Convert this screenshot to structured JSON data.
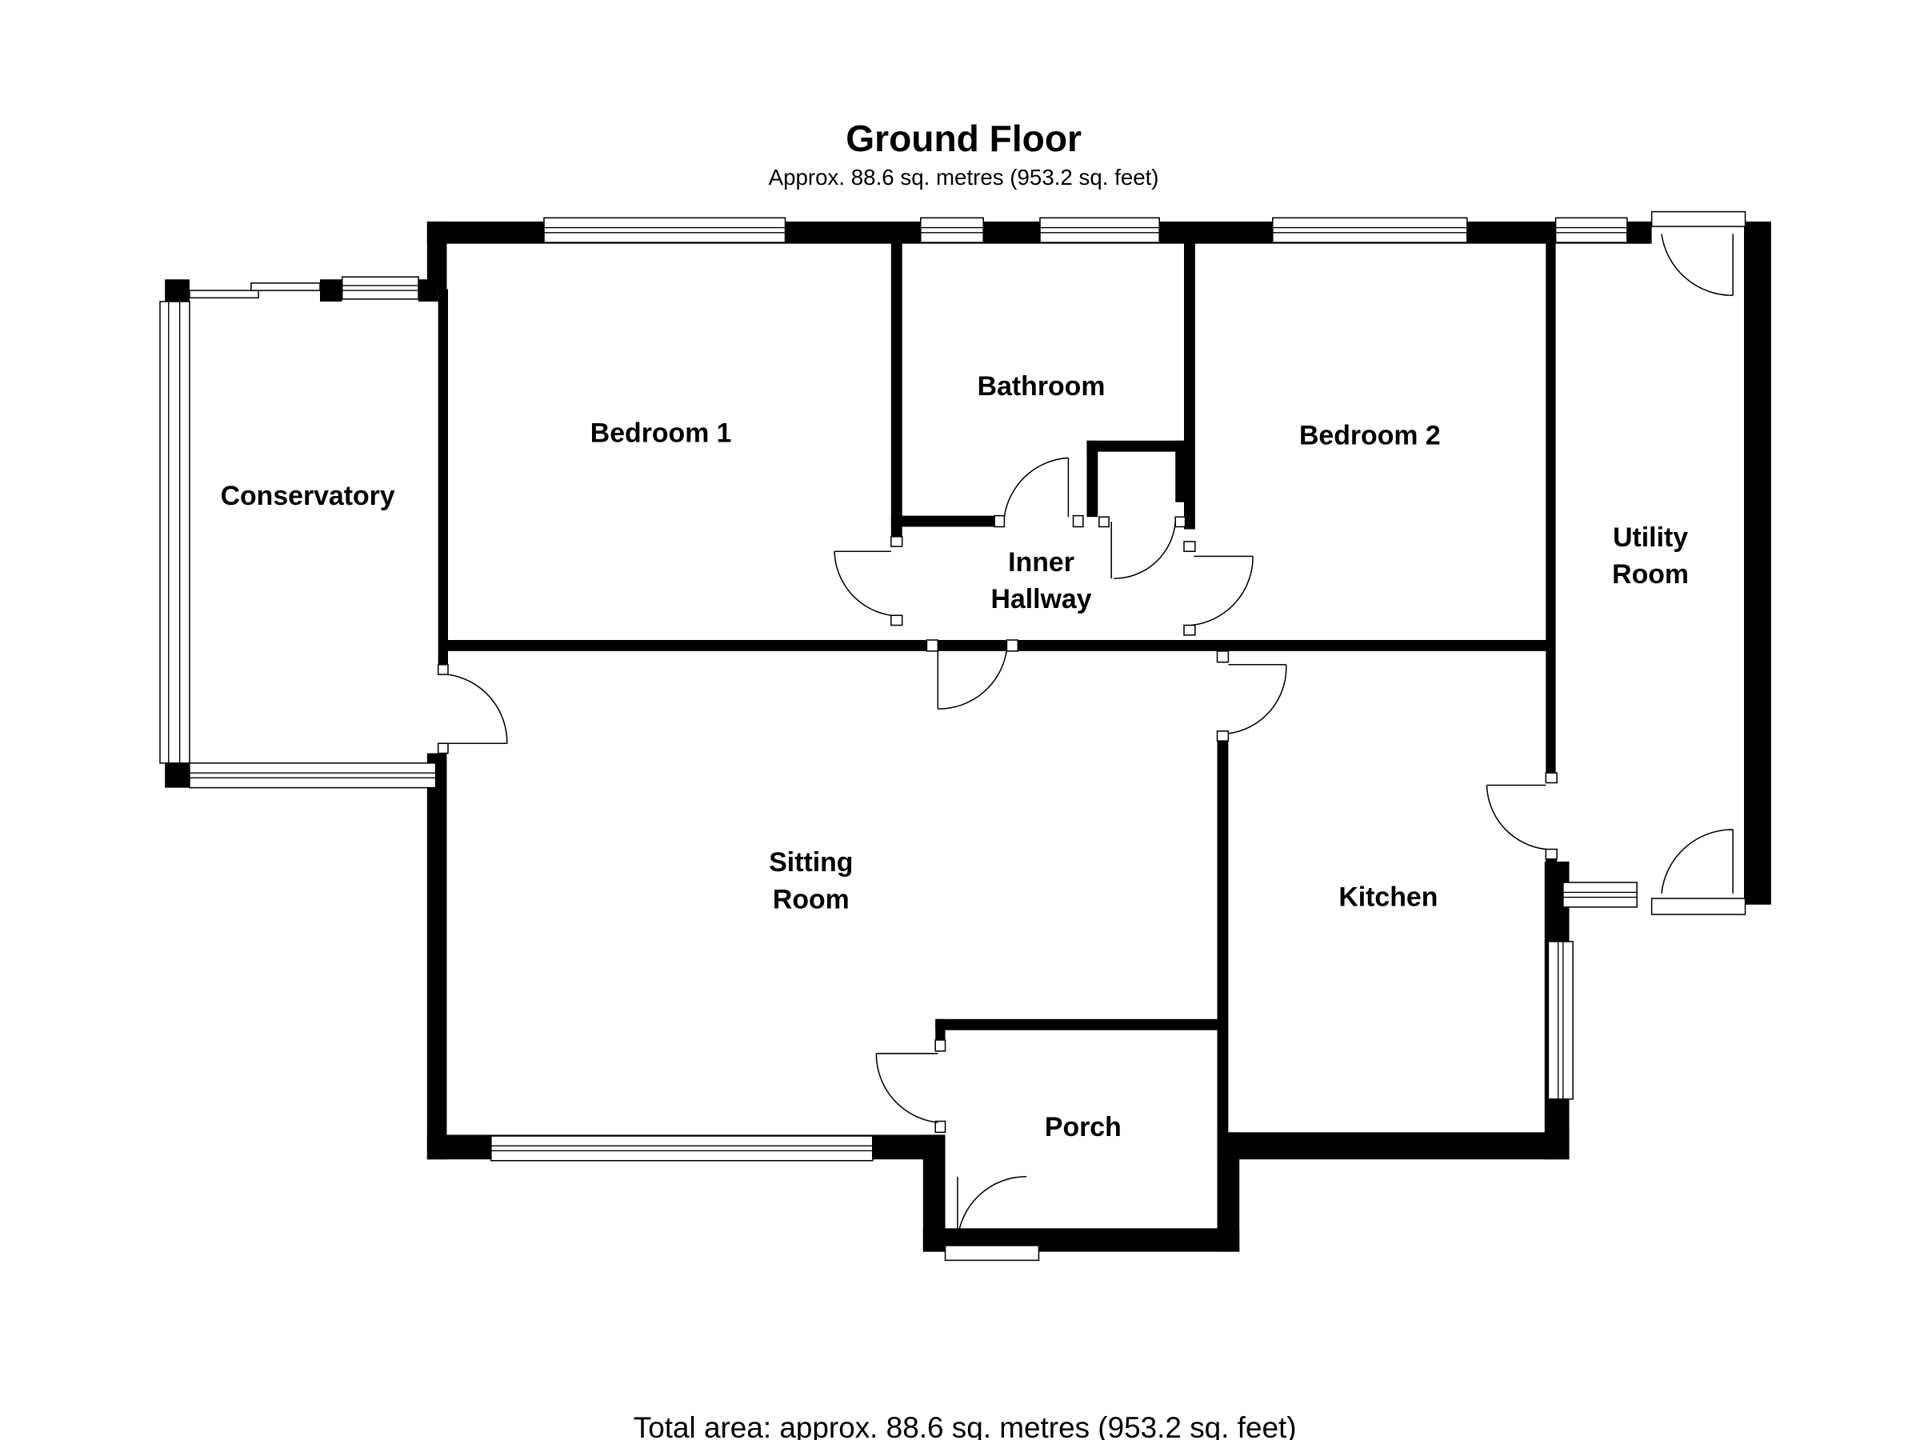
{
  "floor": {
    "title": "Ground Floor",
    "subtitle": "Approx.  88.6 sq. metres (953.2 sq. feet)"
  },
  "rooms": {
    "conservatory": "Conservatory",
    "bedroom1": "Bedroom 1",
    "bathroom": "Bathroom",
    "bedroom2": "Bedroom 2",
    "utility_line1": "Utility",
    "utility_line2": "Room",
    "hallway_line1": "Inner",
    "hallway_line2": "Hallway",
    "sitting_line1": "Sitting",
    "sitting_line2": "Room",
    "kitchen": "Kitchen",
    "porch": "Porch"
  },
  "footer": {
    "total_area": "Total area: approx.  88.6 sq. metres (953.2 sq. feet)"
  }
}
